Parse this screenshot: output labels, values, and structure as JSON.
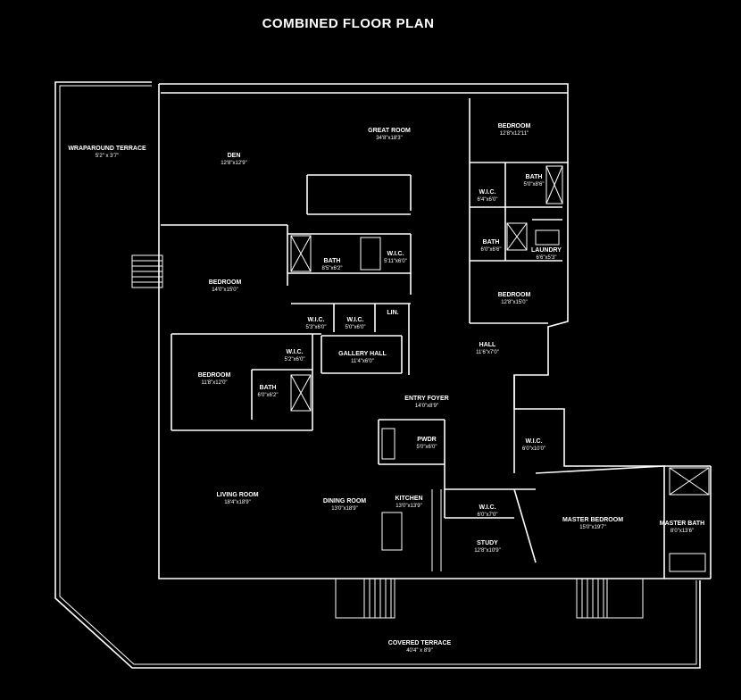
{
  "title": "COMBINED FLOOR PLAN",
  "rooms": [
    {
      "id": "wraparound-terrace",
      "name": "WRAPAROUND TERRACE",
      "dim": "5'2\" x 3'7\""
    },
    {
      "id": "den",
      "name": "DEN",
      "dim": "12'8\"x12'9\""
    },
    {
      "id": "great-room",
      "name": "GREAT ROOM",
      "dim": "34'8\"x18'3\""
    },
    {
      "id": "master-bed-ne",
      "name": "BEDROOM",
      "dim": "12'8\"x12'11\""
    },
    {
      "id": "hall-passage",
      "name": "GALLERY HALL",
      "dim": ""
    },
    {
      "id": "wic-ne",
      "name": "W.I.C.",
      "dim": "6'4\"x6'0\""
    },
    {
      "id": "bath-ne",
      "name": "BATH",
      "dim": "5'0\"x8'6\""
    },
    {
      "id": "bath-a",
      "name": "BATH",
      "dim": "8'5\"x6'2\""
    },
    {
      "id": "wic-a",
      "name": "W.I.C.",
      "dim": "5'11\"x6'0\""
    },
    {
      "id": "bath-b",
      "name": "BATH",
      "dim": "6'0\"x6'6\""
    },
    {
      "id": "laundry",
      "name": "LAUNDRY",
      "dim": "6'6\"x5'3\""
    },
    {
      "id": "bedroom-w",
      "name": "BEDROOM",
      "dim": "14'0\"x15'0\""
    },
    {
      "id": "wic-b",
      "name": "W.I.C.",
      "dim": "5'3\"x6'0\""
    },
    {
      "id": "wic-c",
      "name": "W.I.C.",
      "dim": "5'0\"x6'0\""
    },
    {
      "id": "lin",
      "name": "LIN.",
      "dim": ""
    },
    {
      "id": "bedroom-e",
      "name": "BEDROOM",
      "dim": "12'8\"x15'0\""
    },
    {
      "id": "wic-d",
      "name": "W.I.C.",
      "dim": "5'2\"x6'0\""
    },
    {
      "id": "gallery-hall",
      "name": "GALLERY HALL",
      "dim": "11'4\"x6'0\""
    },
    {
      "id": "hall-e",
      "name": "HALL",
      "dim": "11'6\"x7'0\""
    },
    {
      "id": "bedroom-sw",
      "name": "BEDROOM",
      "dim": "11'8\"x12'0\""
    },
    {
      "id": "bath-c",
      "name": "BATH",
      "dim": "6'0\"x6'2\""
    },
    {
      "id": "entry-foyer",
      "name": "ENTRY FOYER",
      "dim": "14'0\"x8'9\""
    },
    {
      "id": "powder",
      "name": "PWDR",
      "dim": "5'0\"x6'0\""
    },
    {
      "id": "wic-e",
      "name": "W.I.C.",
      "dim": "6'0\"x10'0\""
    },
    {
      "id": "living-room",
      "name": "LIVING ROOM",
      "dim": "18'4\"x18'9\""
    },
    {
      "id": "dining-room",
      "name": "DINING ROOM",
      "dim": "13'0\"x18'9\""
    },
    {
      "id": "kitchen",
      "name": "KITCHEN",
      "dim": "13'0\"x13'9\""
    },
    {
      "id": "wic-f",
      "name": "W.I.C.",
      "dim": "6'0\"x7'0\""
    },
    {
      "id": "study",
      "name": "STUDY",
      "dim": "12'8\"x10'9\""
    },
    {
      "id": "master-bedroom",
      "name": "MASTER BEDROOM",
      "dim": "15'0\"x19'7\""
    },
    {
      "id": "master-bath",
      "name": "MASTER BATH",
      "dim": "8'0\"x13'6\""
    },
    {
      "id": "covered-terrace",
      "name": "COVERED TERRACE",
      "dim": "40'4\" x 8'9\""
    }
  ]
}
